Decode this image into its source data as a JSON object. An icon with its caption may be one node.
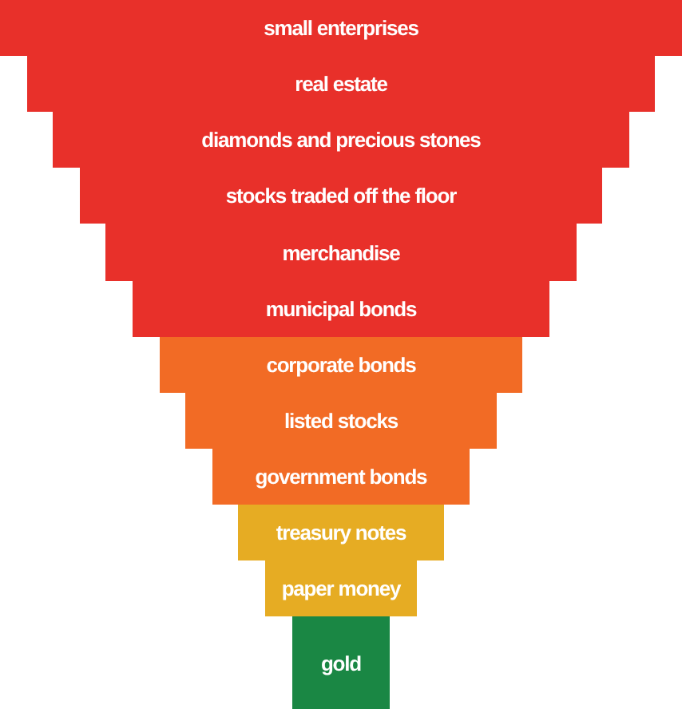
{
  "diagram": {
    "nodes": [
      {
        "text": [
          "small enterprises"
        ]
      },
      {
        "text": [
          "real estate"
        ]
      },
      {
        "text": [
          "diamonds and precious stones"
        ]
      },
      {
        "text": [
          "stocks traded off the floor"
        ]
      },
      {
        "text": [
          "merchandise"
        ]
      },
      {
        "text": [
          "municipal bonds"
        ]
      },
      {
        "text": [
          "corporate bonds"
        ]
      },
      {
        "text": [
          "listed stocks"
        ]
      },
      {
        "text": [
          "government bonds"
        ]
      },
      {
        "text": [
          "treasury notes"
        ]
      },
      {
        "text": [
          "paper money"
        ]
      },
      {
        "text": [
          "gold"
        ]
      }
    ]
  }
}
